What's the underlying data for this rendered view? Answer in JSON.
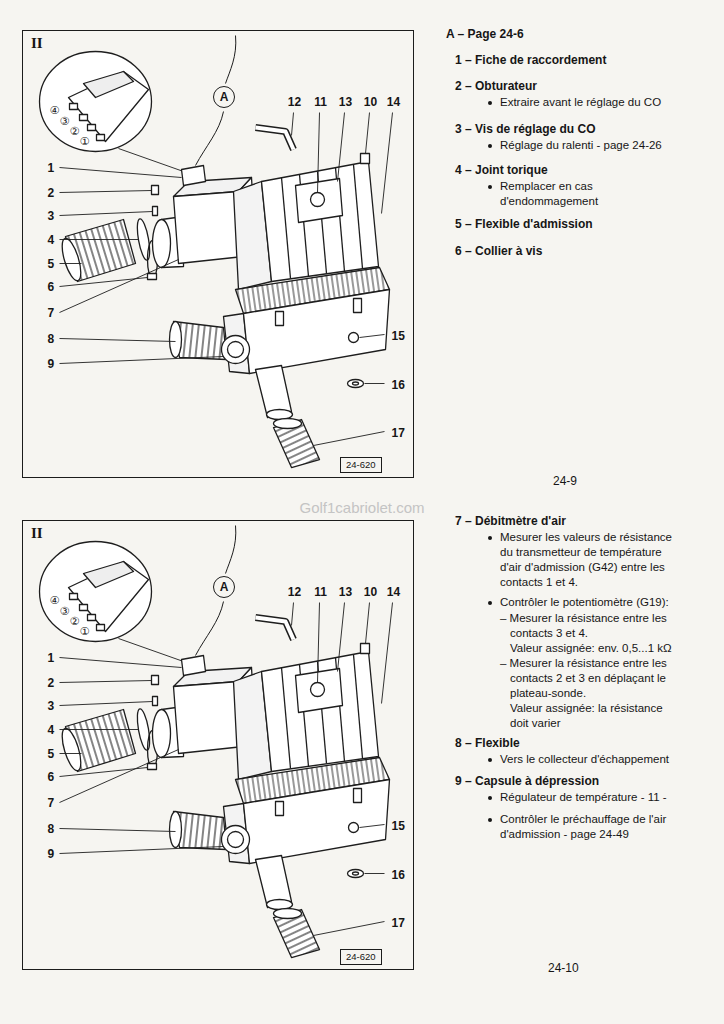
{
  "diagram": {
    "nodes": [
      {
        "text": [
          "II"
        ]
      },
      {
        "text": [
          "A"
        ],
        "in": 0
      },
      {
        "text": [
          "24-620"
        ],
        "in": 0
      },
      {
        "text": [
          "II"
        ]
      },
      {
        "text": [
          "A"
        ],
        "in": 3
      },
      {
        "text": [
          "24-620"
        ],
        "in": 3
      }
    ],
    "labels": [
      "1",
      "2",
      "3",
      "4",
      "5",
      "6",
      "7",
      "8",
      "9",
      "12",
      "11",
      "13",
      "10",
      "14",
      "15",
      "16",
      "17",
      "④",
      "③",
      "②",
      "①",
      "A – Page 24-6",
      "1 – Fiche de raccordement",
      "2 – Obturateur",
      "Extraire avant le réglage du CO",
      "3 – Vis de réglage du CO",
      "Réglage du ralenti - page 24-26",
      "4 – Joint torique",
      "Remplacer en cas d'endommagement",
      "5 – Flexible d'admission",
      "6 – Collier à vis",
      "24-9",
      "Golf1cabriolet.com",
      "1",
      "2",
      "3",
      "4",
      "5",
      "6",
      "7",
      "8",
      "9",
      "12",
      "11",
      "13",
      "10",
      "14",
      "15",
      "16",
      "17",
      "④",
      "③",
      "②",
      "①",
      "7 – Débitmètre d'air",
      "Mesurer les valeurs de résistance du transmetteur de température d'air d'admission (G42) entre les contacts 1 et 4.",
      "Contrôler le potentiomètre (G19):",
      "– Mesurer la résistance entre les contacts 3 et 4.",
      "Valeur assignée: env. 0,5...1 kΩ",
      "– Mesurer la résistance entre les contacts 2 et 3 en déplaçant le plateau-sonde.",
      "Valeur assignée: la résistance doit varier",
      "8 – Flexible",
      "Vers le collecteur d'échappement",
      "9 – Capsule à dépression",
      "Régulateur de température - 11 -",
      "Contrôler le préchauffage de l'air d'admission - page 24-49",
      "24-10"
    ]
  }
}
